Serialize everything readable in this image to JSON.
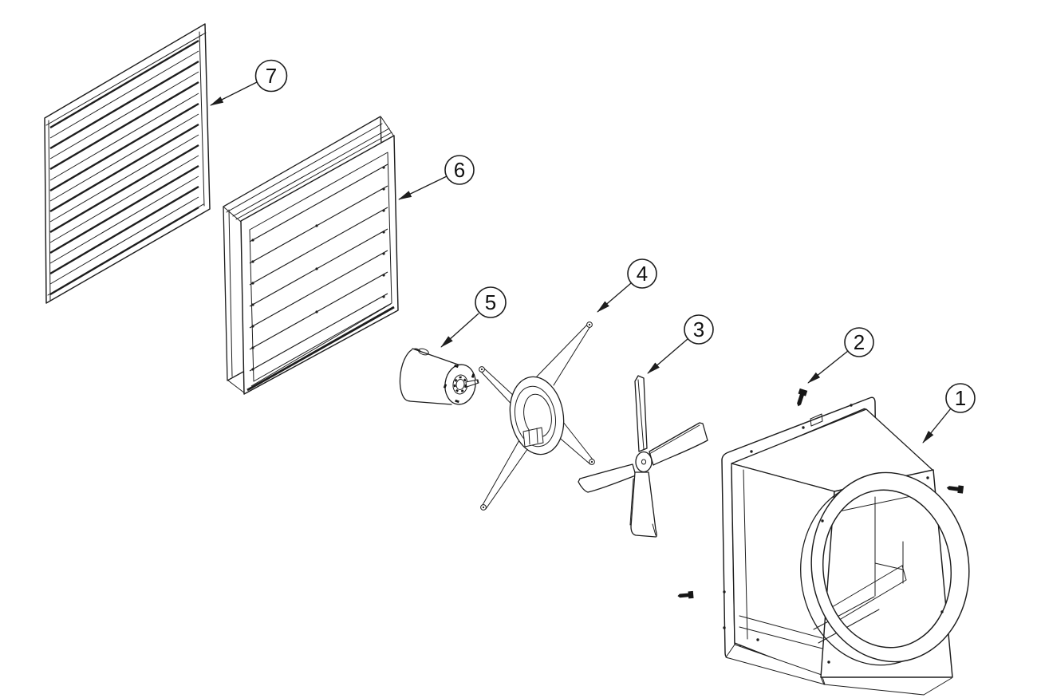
{
  "page": {
    "background": "#ffffff",
    "line_color": "#1d1d1d",
    "screw_color": "#161616"
  },
  "diagram": {
    "type": "exploded-parts-diagram",
    "callouts": [
      {
        "number": "1",
        "part": "fan-housing"
      },
      {
        "number": "2",
        "part": "mounting-screw"
      },
      {
        "number": "3",
        "part": "fan-blade"
      },
      {
        "number": "4",
        "part": "motor-mount-spider"
      },
      {
        "number": "5",
        "part": "motor"
      },
      {
        "number": "6",
        "part": "shutter-panel-inner"
      },
      {
        "number": "7",
        "part": "louver-panel-outer"
      }
    ]
  }
}
